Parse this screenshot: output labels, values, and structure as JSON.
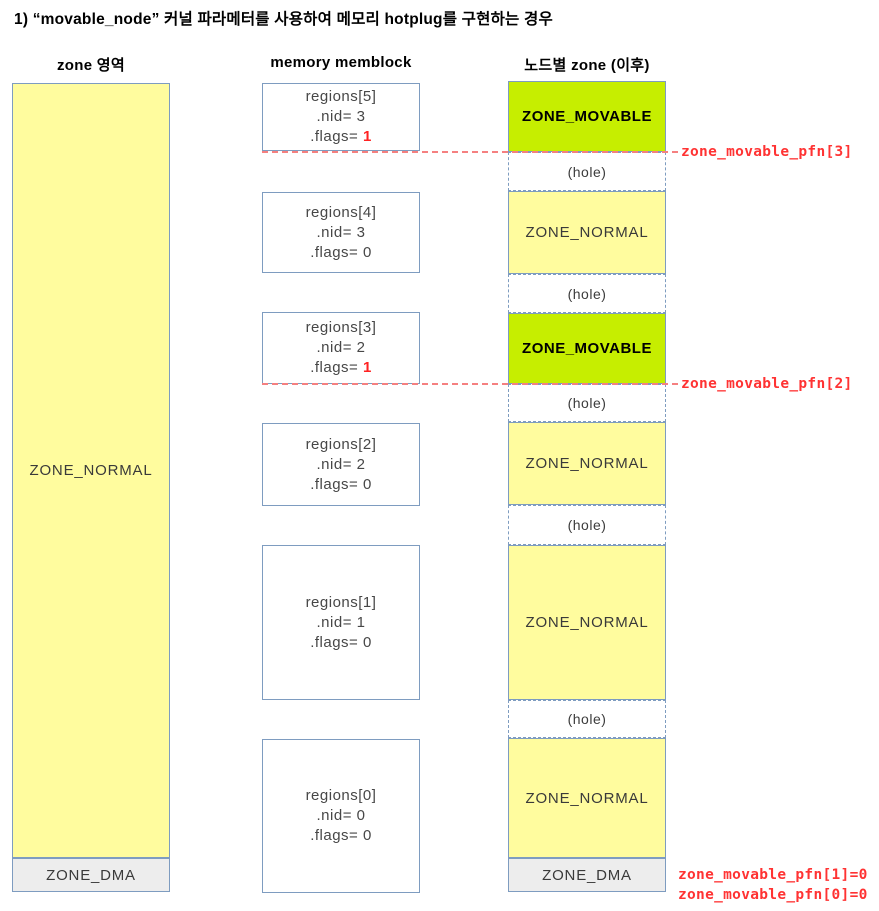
{
  "title": "1) “movable_node” 커널 파라메터를 사용하여 메모리 hotplug를 구현하는 경우",
  "zone_column": {
    "header": "zone 영역",
    "normal_label": "ZONE_NORMAL",
    "dma_label": "ZONE_DMA"
  },
  "memblock_column": {
    "header": "memory memblock",
    "regions": [
      {
        "name": "regions[5]",
        "nid": ".nid= 3",
        "flags_prefix": ".flags= ",
        "flags_value": "1",
        "flag_hot": true
      },
      {
        "name": "regions[4]",
        "nid": ".nid= 3",
        "flags_prefix": ".flags= ",
        "flags_value": "0",
        "flag_hot": false
      },
      {
        "name": "regions[3]",
        "nid": ".nid= 2",
        "flags_prefix": ".flags= ",
        "flags_value": "1",
        "flag_hot": true
      },
      {
        "name": "regions[2]",
        "nid": ".nid= 2",
        "flags_prefix": ".flags= ",
        "flags_value": "0",
        "flag_hot": false
      },
      {
        "name": "regions[1]",
        "nid": ".nid= 1",
        "flags_prefix": ".flags= ",
        "flags_value": "0",
        "flag_hot": false
      },
      {
        "name": "regions[0]",
        "nid": ".nid= 0",
        "flags_prefix": ".flags= ",
        "flags_value": "0",
        "flag_hot": false
      }
    ]
  },
  "node_zone_column": {
    "header": "노드별 zone (이후)",
    "segments": [
      {
        "label": "ZONE_MOVABLE",
        "type": "movable"
      },
      {
        "label": "(hole)",
        "type": "hole"
      },
      {
        "label": "ZONE_NORMAL",
        "type": "normal"
      },
      {
        "label": "(hole)",
        "type": "hole"
      },
      {
        "label": "ZONE_MOVABLE",
        "type": "movable"
      },
      {
        "label": "(hole)",
        "type": "hole"
      },
      {
        "label": "ZONE_NORMAL",
        "type": "normal"
      },
      {
        "label": "(hole)",
        "type": "hole"
      },
      {
        "label": "ZONE_NORMAL",
        "type": "normal"
      },
      {
        "label": "(hole)",
        "type": "hole"
      },
      {
        "label": "ZONE_NORMAL",
        "type": "normal"
      },
      {
        "label": "ZONE_DMA",
        "type": "dma"
      }
    ]
  },
  "annotations": {
    "pfn3": "zone_movable_pfn[3]",
    "pfn2": "zone_movable_pfn[2]",
    "pfn1": "zone_movable_pfn[1]=0",
    "pfn0": "zone_movable_pfn[0]=0"
  },
  "colors": {
    "movable_green": "#c6ee00",
    "zone_yellow": "#fffc9e",
    "dma_gray": "#ededed",
    "annotation_red": "#ff3333",
    "connector_red": "#f58080",
    "box_border_blue": "#7e9cc0"
  }
}
